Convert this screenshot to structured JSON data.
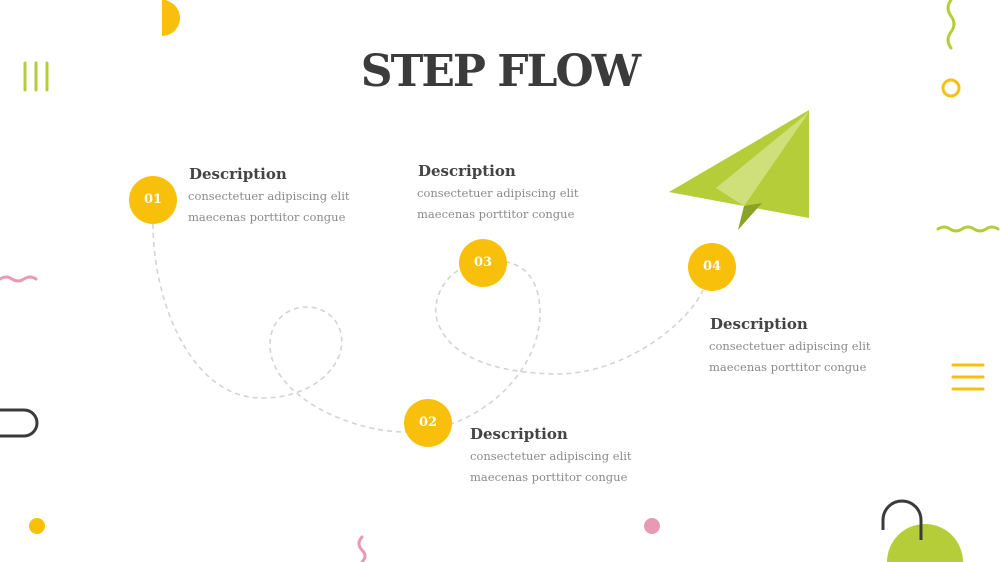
{
  "slide": {
    "title": "STEP FLOW",
    "steps": [
      {
        "number": "01",
        "heading": "Description",
        "line1": "consectetuer adipiscing elit",
        "line2": "maecenas porttitor congue"
      },
      {
        "number": "02",
        "heading": "Description",
        "line1": "consectetuer adipiscing elit",
        "line2": "maecenas porttitor congue"
      },
      {
        "number": "03",
        "heading": "Description",
        "line1": "consectetuer adipiscing elit",
        "line2": "maecenas porttitor congue"
      },
      {
        "number": "04",
        "heading": "Description",
        "line1": "consectetuer adipiscing elit",
        "line2": "maecenas porttitor congue"
      }
    ]
  },
  "colors": {
    "accent_yellow": "#f9c00b",
    "accent_green": "#b6cd3a",
    "accent_pink": "#e89ab3",
    "title_text": "#3b3b3b",
    "body_text": "#8a8a8a",
    "path_dash": "#d4d4d4"
  },
  "icons": [
    "paper-plane-icon",
    "three-bars-icon",
    "ring-icon",
    "squiggle-icon",
    "hamburger-lines-icon",
    "pill-outline-icon",
    "arch-outline-icon",
    "half-circle-icon",
    "dot-icon"
  ]
}
